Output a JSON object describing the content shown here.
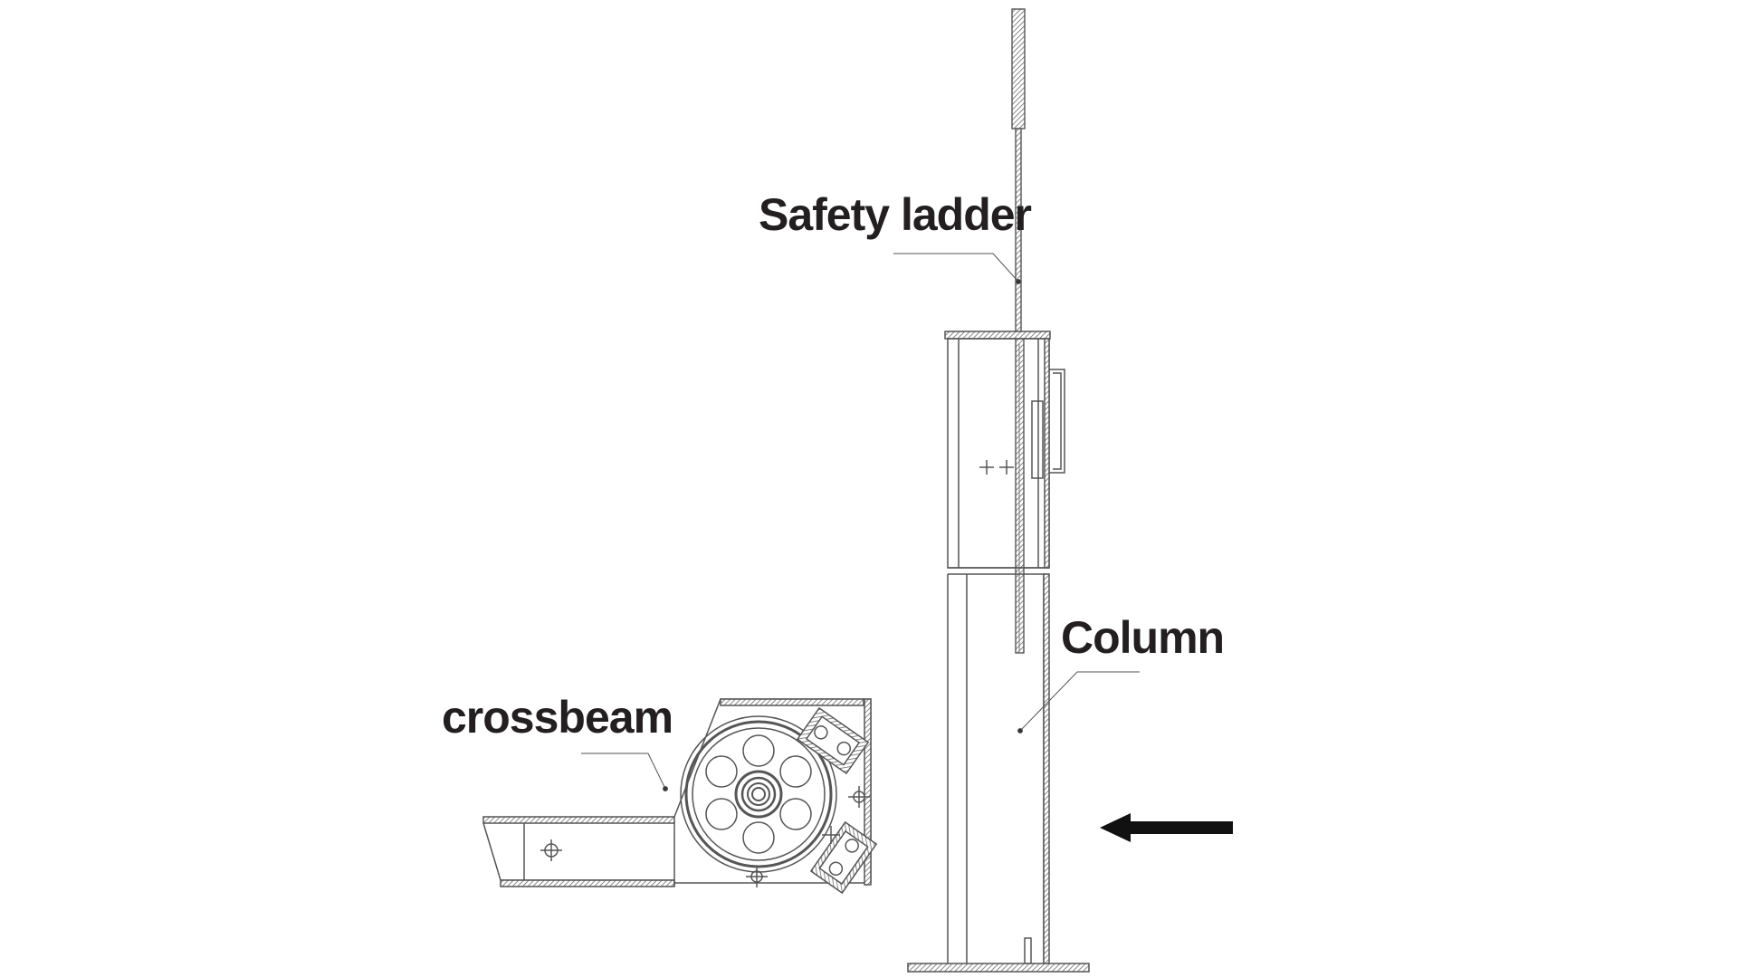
{
  "labels": {
    "safety_ladder": "Safety ladder",
    "column": "Column",
    "crossbeam": "crossbeam"
  },
  "colors": {
    "line": "#555555",
    "hatch": "#777777",
    "text": "#231f20",
    "arrow": "#111111"
  },
  "icons": {
    "direction_arrow": "arrow-left-icon"
  }
}
